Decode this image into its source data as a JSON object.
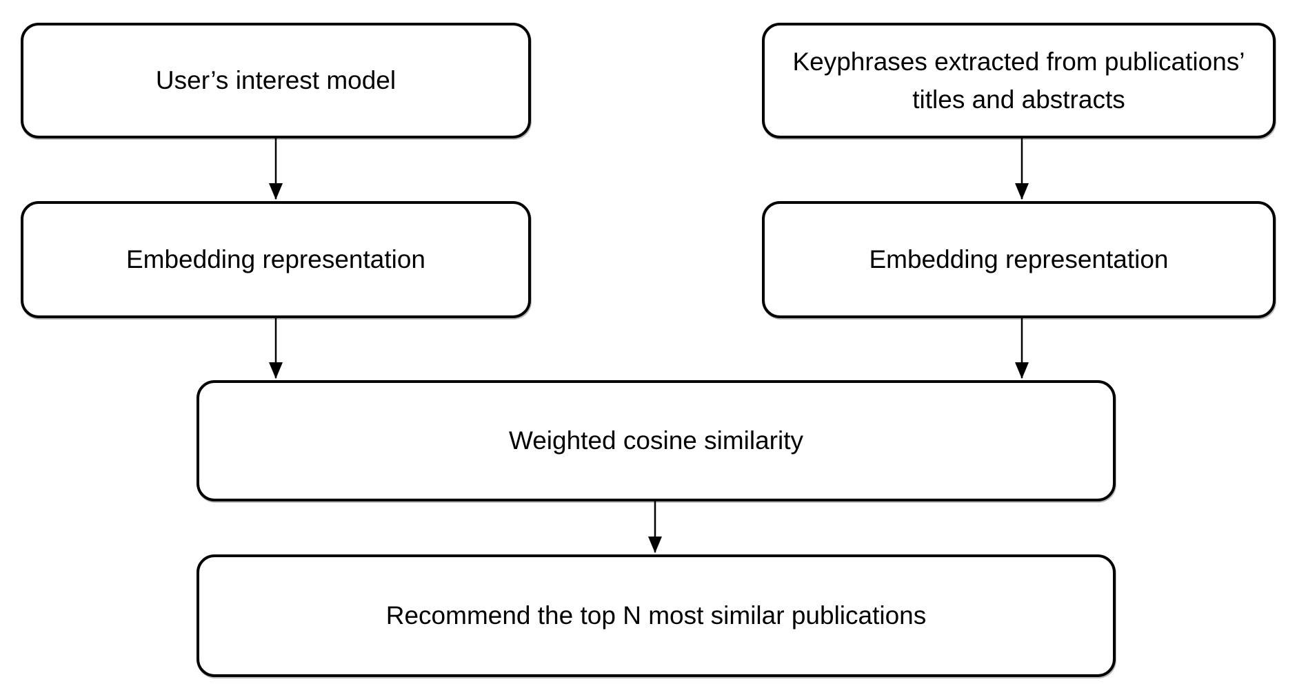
{
  "diagram": {
    "type": "flowchart",
    "background_color": "#ffffff",
    "box_fill_color": "#ffffff",
    "box_border_color": "#000000",
    "text_color": "#000000",
    "arrow_color": "#000000",
    "nodes": [
      {
        "id": "user-interest-model",
        "label": "User’s interest model"
      },
      {
        "id": "keyphrases-extracted",
        "label": "Keyphrases extracted from publications’ titles and abstracts"
      },
      {
        "id": "embedding-representation-left",
        "label": "Embedding representation"
      },
      {
        "id": "embedding-representation-right",
        "label": "Embedding representation"
      },
      {
        "id": "weighted-cosine-similarity",
        "label": "Weighted cosine similarity"
      },
      {
        "id": "recommend-top-n",
        "label": "Recommend the top N most similar publications"
      }
    ],
    "edges": [
      {
        "from": "user-interest-model",
        "to": "embedding-representation-left"
      },
      {
        "from": "keyphrases-extracted",
        "to": "embedding-representation-right"
      },
      {
        "from": "embedding-representation-left",
        "to": "weighted-cosine-similarity"
      },
      {
        "from": "embedding-representation-right",
        "to": "weighted-cosine-similarity"
      },
      {
        "from": "weighted-cosine-similarity",
        "to": "recommend-top-n"
      }
    ]
  }
}
